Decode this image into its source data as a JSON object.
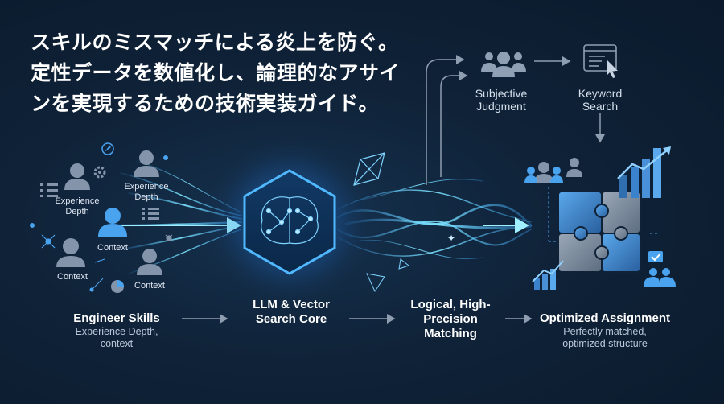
{
  "headline": {
    "line1": "スキルのミスマッチによる炎上を防ぐ。",
    "line2": "定性データを数値化し、論理的なアサイ",
    "line3": "ンを実現するための技術実装ガイド。"
  },
  "input_cluster": {
    "label_experience_depth_1": "Experience Depth",
    "label_experience_depth_2": "Experience Depth",
    "label_context_1": "Context",
    "label_context_2": "Context",
    "label_context_3": "Context"
  },
  "top_path": {
    "subjective_judgment": "Subjective Judgment",
    "keyword_search": "Keyword Search"
  },
  "flow": {
    "step1_title": "Engineer Skills",
    "step1_sub": "Experience Depth, context",
    "step2_title": "LLM & Vector Search Core",
    "step3_title": "Logical, High-Precision Matching",
    "step4_title": "Optimized Assignment",
    "step4_sub": "Perfectly matched, optimized structure"
  },
  "colors": {
    "background": "#0f2238",
    "accent_blue": "#3aa8ff",
    "accent_cyan": "#7fe6ff",
    "puzzle_blue": "#2f6fb0",
    "puzzle_gray": "#6f7f93",
    "chart_blue": "#4a90d9"
  },
  "icons": [
    "person-icon",
    "gear-icon",
    "compass-icon",
    "list-icon",
    "network-icon",
    "pie-chart-icon",
    "neural-brain-icon",
    "octahedron-icon",
    "puzzle-icon",
    "bar-chart-icon",
    "team-icon",
    "checkmark-icon",
    "browser-search-icon",
    "cursor-icon"
  ]
}
